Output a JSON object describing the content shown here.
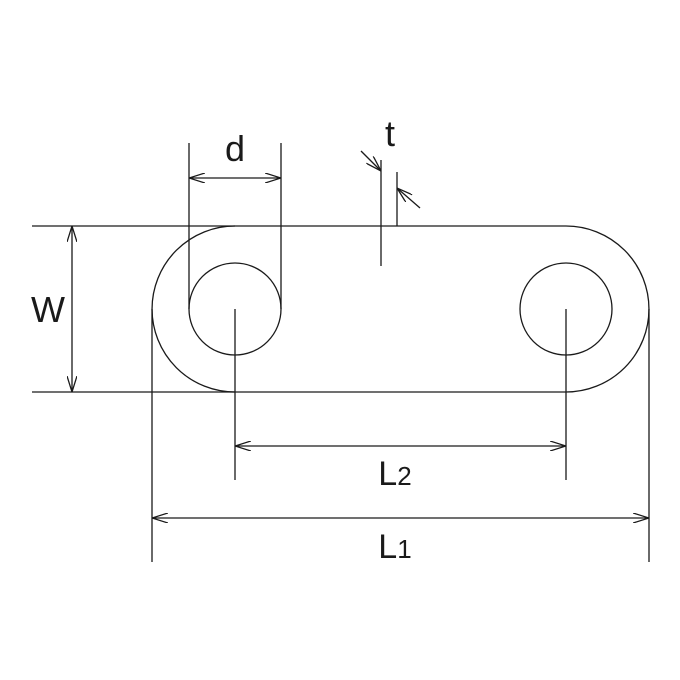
{
  "labels": {
    "diameter": "d",
    "thickness": "t",
    "width": "W",
    "hole_pitch_main": "L",
    "hole_pitch_sub": "2",
    "overall_length_main": "L",
    "overall_length_sub": "1"
  },
  "colors": {
    "line": "#1a1a1a",
    "background": "#ffffff"
  }
}
